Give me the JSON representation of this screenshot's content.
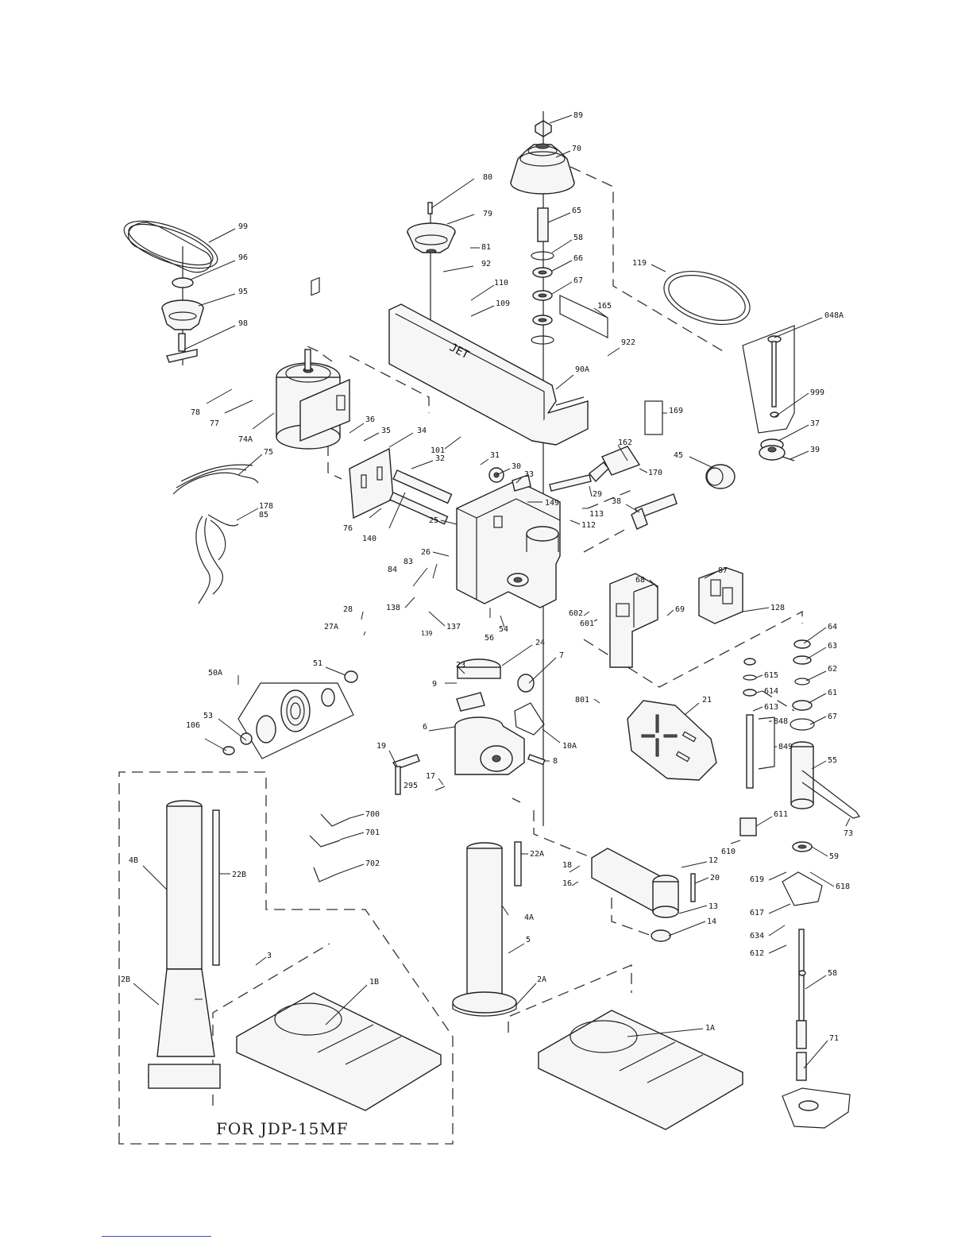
{
  "caption": "FOR JDP-15MF",
  "part_labels": {
    "p89": "89",
    "p70": "70",
    "p80": "80",
    "p79": "79",
    "p65": "65",
    "p58a": "58",
    "p81": "81",
    "p66": "66",
    "p67a": "67",
    "p92": "92",
    "p110": "110",
    "p109": "109",
    "p165": "165",
    "p119": "119",
    "p048A": "048A",
    "p922": "922",
    "p90A": "90A",
    "p99": "99",
    "p96": "96",
    "p95": "95",
    "p98": "98",
    "p78": "78",
    "p77": "77",
    "p74A": "74A",
    "p36": "36",
    "p35": "35",
    "p34": "34",
    "p101": "101",
    "p32": "32",
    "p31": "31",
    "p30": "30",
    "p33": "33",
    "p29": "29",
    "p169": "169",
    "p999": "999",
    "p37": "37",
    "p39": "39",
    "p45": "45",
    "p162": "162",
    "p170": "170",
    "p75": "75",
    "p178": "178",
    "p85": "85",
    "p76": "76",
    "p140": "140",
    "p25": "25",
    "p149": "149",
    "p113": "113",
    "p112": "112",
    "p38": "38",
    "p26": "26",
    "p84a": "84",
    "p83a": "83",
    "p138": "138",
    "p137": "137",
    "p139": "139",
    "p28": "28",
    "p27A": "27A",
    "p56": "56",
    "p54": "54",
    "p602": "602",
    "p601": "601",
    "p68": "68",
    "p69b": "69",
    "p87": "87",
    "p128": "128",
    "p64": "64",
    "p63": "63",
    "p62": "62",
    "p61": "61",
    "p67b": "67",
    "p55": "55",
    "p24": "24",
    "p7": "7",
    "p23": "23",
    "p51": "51",
    "p50A": "50A",
    "p9": "9",
    "p801": "801",
    "p615": "615",
    "p614": "614",
    "p613": "613",
    "p848": "848",
    "p849": "849",
    "p21": "21",
    "p53": "53",
    "p106": "106",
    "p6": "6",
    "p10A": "10A",
    "p19": "19",
    "p8": "8",
    "p17": "17",
    "p295": "295",
    "p700": "700",
    "p701": "701",
    "p702": "702",
    "p611": "611",
    "p610": "610",
    "p73": "73",
    "p22A": "22A",
    "p18": "18",
    "p16": "16",
    "p12": "12",
    "p20": "20",
    "p13": "13",
    "p14": "14",
    "p59": "59",
    "p619": "619",
    "p618": "618",
    "p617": "617",
    "p634": "634",
    "p612": "612",
    "p4B": "4B",
    "p22B": "22B",
    "p4A": "4A",
    "p5": "5",
    "p3": "3",
    "p2B": "2B",
    "p1B": "1B",
    "p2A": "2A",
    "p1A": "1A",
    "p58b": "58",
    "p71": "71"
  }
}
